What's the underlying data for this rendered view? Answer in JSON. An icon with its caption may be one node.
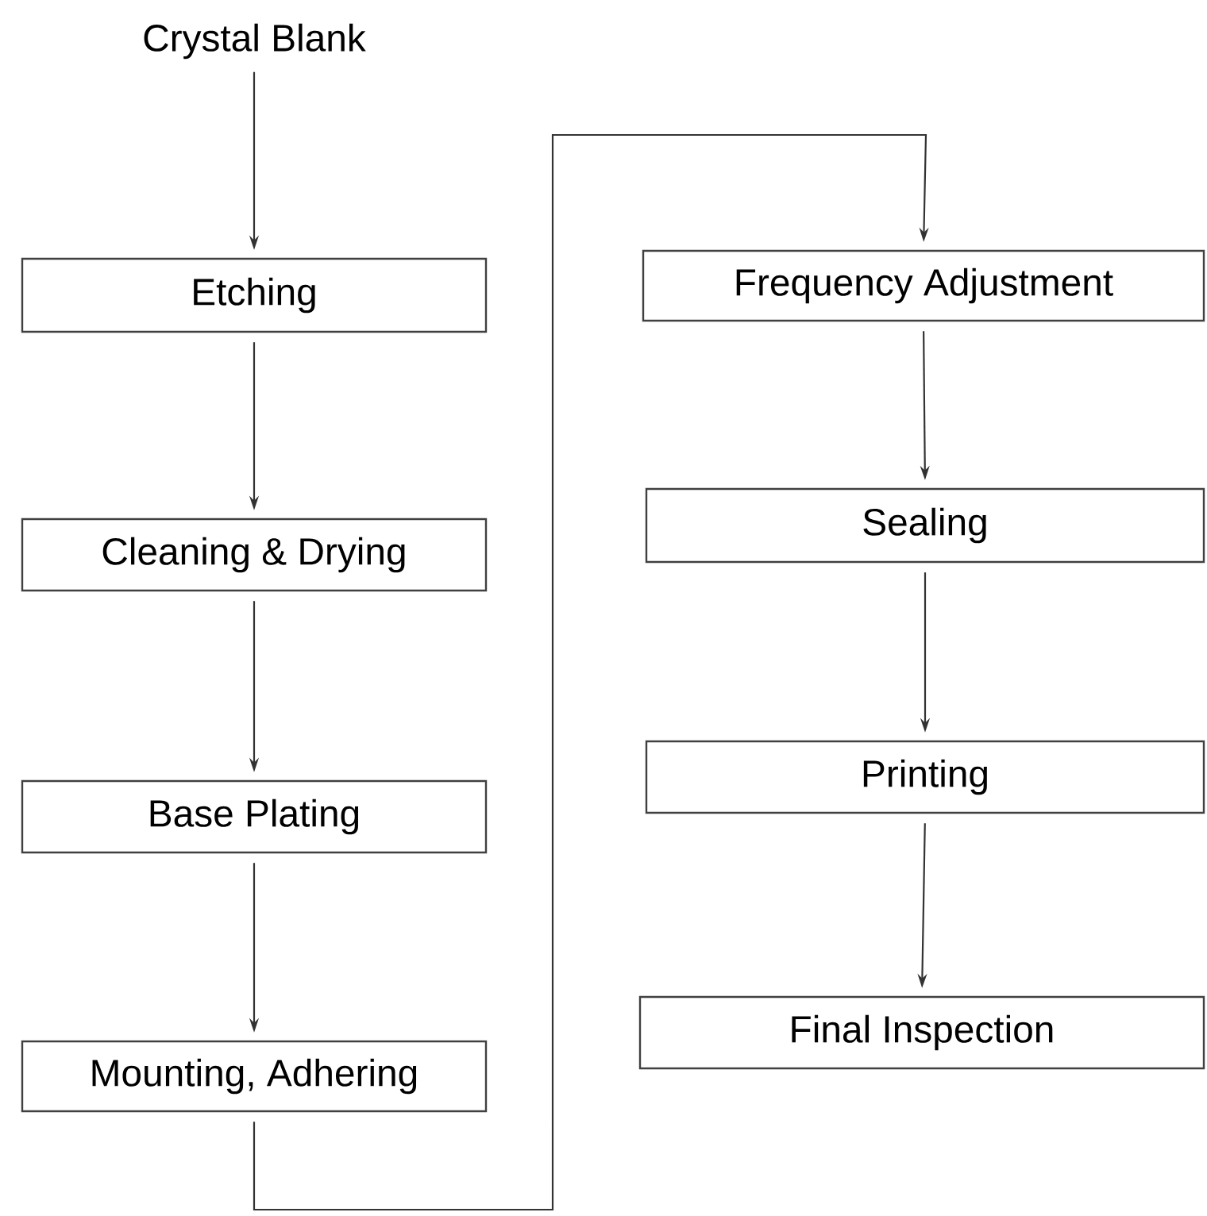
{
  "diagram": {
    "nodes": [
      {
        "text": [
          "Crystal Blank"
        ]
      },
      {
        "text": [
          "Etching"
        ]
      },
      {
        "text": [
          "Cleaning & Drying"
        ]
      },
      {
        "text": [
          "Base Plating"
        ]
      },
      {
        "text": [
          "Mounting, Adhering"
        ]
      },
      {
        "text": [
          "Frequency Adjustment"
        ]
      },
      {
        "text": [
          "Sealing"
        ]
      },
      {
        "text": [
          "Printing"
        ]
      },
      {
        "text": [
          "Final Inspection"
        ]
      }
    ],
    "edges": [
      {
        "from": 0,
        "to": 1,
        "arrow": "to"
      },
      {
        "from": 1,
        "to": 2,
        "arrow": "to"
      },
      {
        "from": 2,
        "to": 3,
        "arrow": "to"
      },
      {
        "from": 3,
        "to": 4,
        "arrow": "to"
      },
      {
        "from": 4,
        "to": 5,
        "arrow": "to"
      },
      {
        "from": 5,
        "to": 6,
        "arrow": "to"
      },
      {
        "from": 6,
        "to": 7,
        "arrow": "to"
      },
      {
        "from": 7,
        "to": 8,
        "arrow": "to"
      }
    ]
  }
}
